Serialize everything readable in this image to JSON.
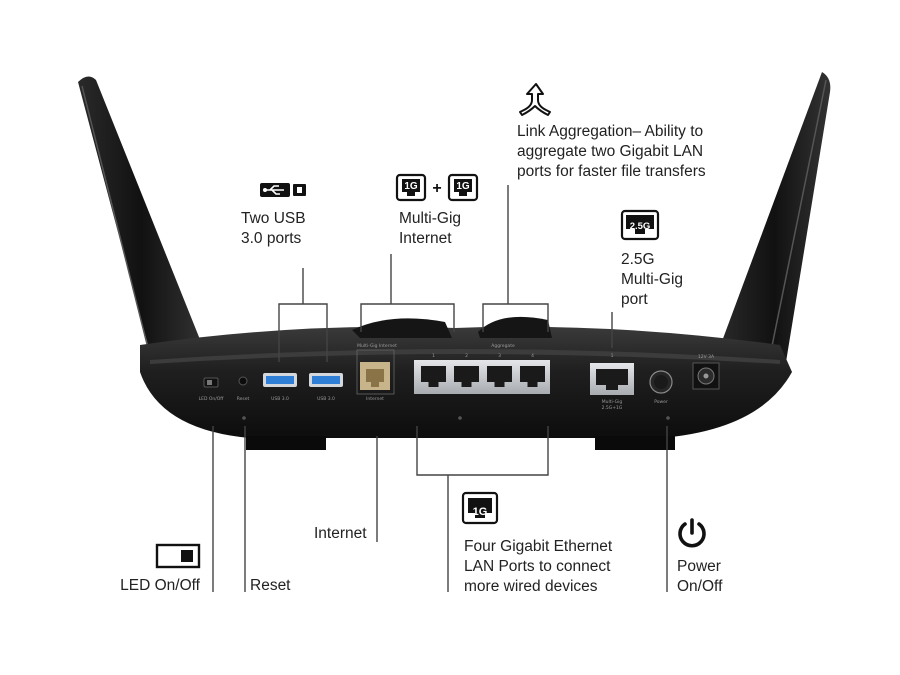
{
  "labels": {
    "usb": [
      "Two USB",
      "3.0 ports"
    ],
    "multigig_internet": [
      "Multi-Gig",
      "Internet"
    ],
    "link_aggregation": [
      "Link Aggregation– Ability to",
      "aggregate two Gigabit LAN",
      "ports for faster file transfers"
    ],
    "port_25g": [
      "2.5G",
      "Multi-Gig",
      "port"
    ],
    "internet": "Internet",
    "lan": [
      "Four Gigabit Ethernet",
      "LAN Ports to connect",
      "more wired devices"
    ],
    "power": [
      "Power",
      "On/Off"
    ],
    "led": "LED On/Off",
    "reset": "Reset"
  },
  "badges": {
    "one_g": "1G",
    "plus": "+",
    "two_five_g": "2.5G"
  },
  "router_panel": {
    "group_multigig": "Multi-Gig Internet",
    "group_aggregate": "Aggregate",
    "port_numbers": [
      "1",
      "2",
      "3",
      "4"
    ],
    "multigig_number": "1",
    "usb_port_labels": [
      "USB 3.0",
      "USB 3.0"
    ],
    "internet_port_label": "Internet",
    "led_switch_label": "LED On/Off",
    "reset_label": "Reset",
    "multigig_port_label": [
      "Multi-Gig",
      "2.5G+1G"
    ],
    "power_label": "Power",
    "dc_label": "12V  3A"
  },
  "colors": {
    "router_body": "#1b1b1b",
    "panel": "#242424",
    "port_silver": "#c9ccd0",
    "usb_blue": "#2f7fd6",
    "internet_port": "#c8b48a",
    "line": "#444444",
    "text": "#222222"
  }
}
